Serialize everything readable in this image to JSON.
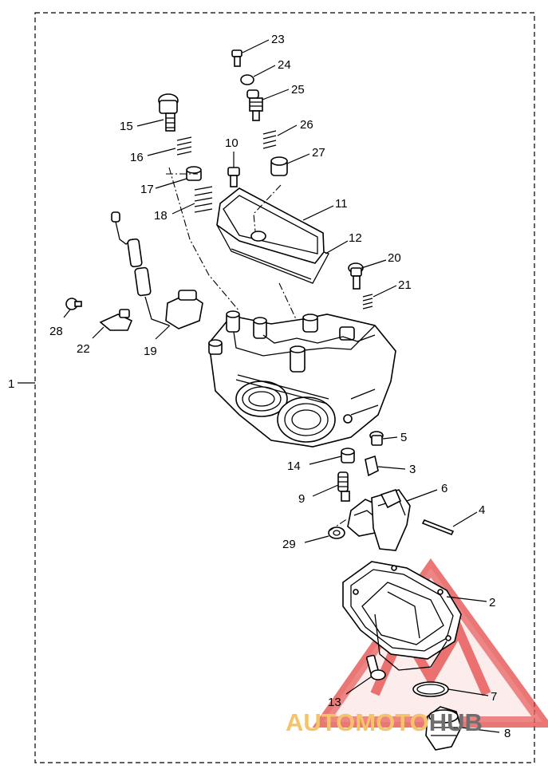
{
  "assembly_label": "1",
  "callouts": [
    {
      "id": "23",
      "text": "23"
    },
    {
      "id": "24",
      "text": "24"
    },
    {
      "id": "25",
      "text": "25"
    },
    {
      "id": "26",
      "text": "26"
    },
    {
      "id": "27",
      "text": "27"
    },
    {
      "id": "15",
      "text": "15"
    },
    {
      "id": "16",
      "text": "16"
    },
    {
      "id": "17",
      "text": "17"
    },
    {
      "id": "18",
      "text": "18"
    },
    {
      "id": "10",
      "text": "10"
    },
    {
      "id": "11",
      "text": "11"
    },
    {
      "id": "12",
      "text": "12"
    },
    {
      "id": "20",
      "text": "20"
    },
    {
      "id": "21",
      "text": "21"
    },
    {
      "id": "28",
      "text": "28"
    },
    {
      "id": "22",
      "text": "22"
    },
    {
      "id": "19",
      "text": "19"
    },
    {
      "id": "5",
      "text": "5"
    },
    {
      "id": "14",
      "text": "14"
    },
    {
      "id": "3",
      "text": "3"
    },
    {
      "id": "9",
      "text": "9"
    },
    {
      "id": "6",
      "text": "6"
    },
    {
      "id": "4",
      "text": "4"
    },
    {
      "id": "29",
      "text": "29"
    },
    {
      "id": "2",
      "text": "2"
    },
    {
      "id": "13",
      "text": "13"
    },
    {
      "id": "7",
      "text": "7"
    },
    {
      "id": "8",
      "text": "8"
    }
  ],
  "watermark": {
    "part1": "AUTOMOTO",
    "part2": "HUB",
    "color_part1": "#f5c36a",
    "color_part2": "#6e6e6e",
    "logo_color": "#e23c3c"
  }
}
